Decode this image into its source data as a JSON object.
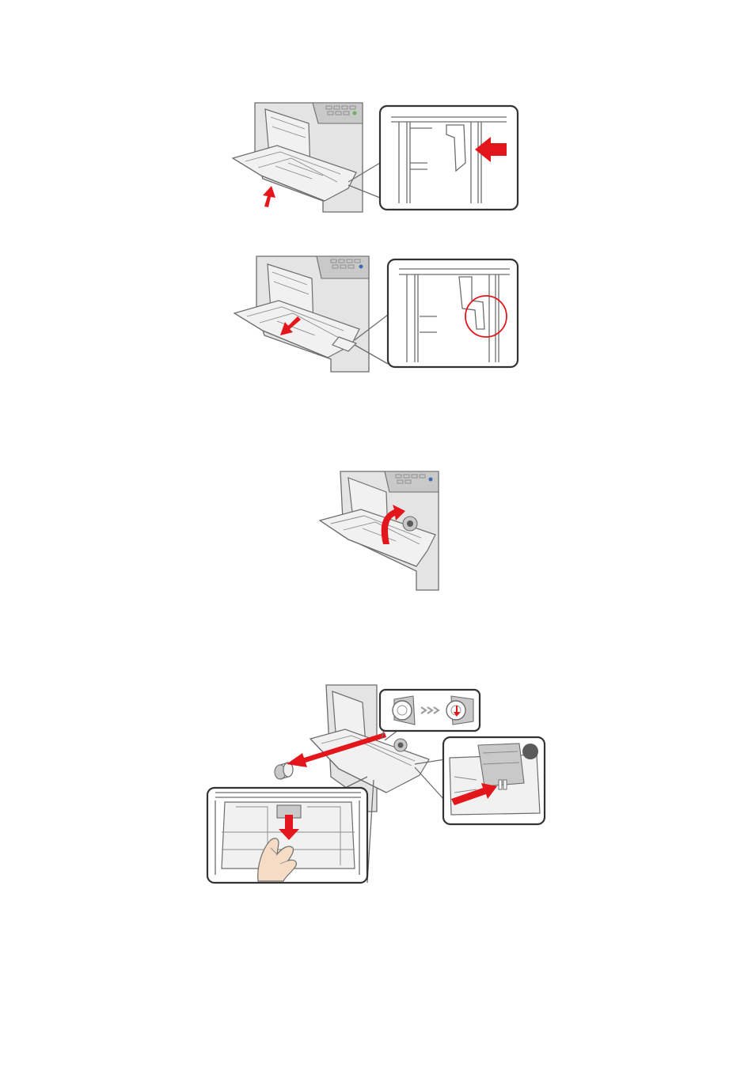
{
  "figures": [
    {
      "id": "fig1",
      "subject": "open-tray-lift"
    },
    {
      "id": "fig2",
      "subject": "close-tray-check"
    },
    {
      "id": "fig3",
      "subject": "open-roller-cover"
    },
    {
      "id": "fig4",
      "subject": "replace-pickup-roller"
    }
  ],
  "icons": {
    "arrow": "red-arrow-icon",
    "circle": "red-circle-highlight-icon",
    "hand": "hand-icon",
    "roller": "roller-icon",
    "chevron": "double-chevron-icon"
  },
  "colors": {
    "accent": "#e3161b",
    "line": "#6d6d6d",
    "fill": "#e4e4e4",
    "frame": "#333333"
  }
}
